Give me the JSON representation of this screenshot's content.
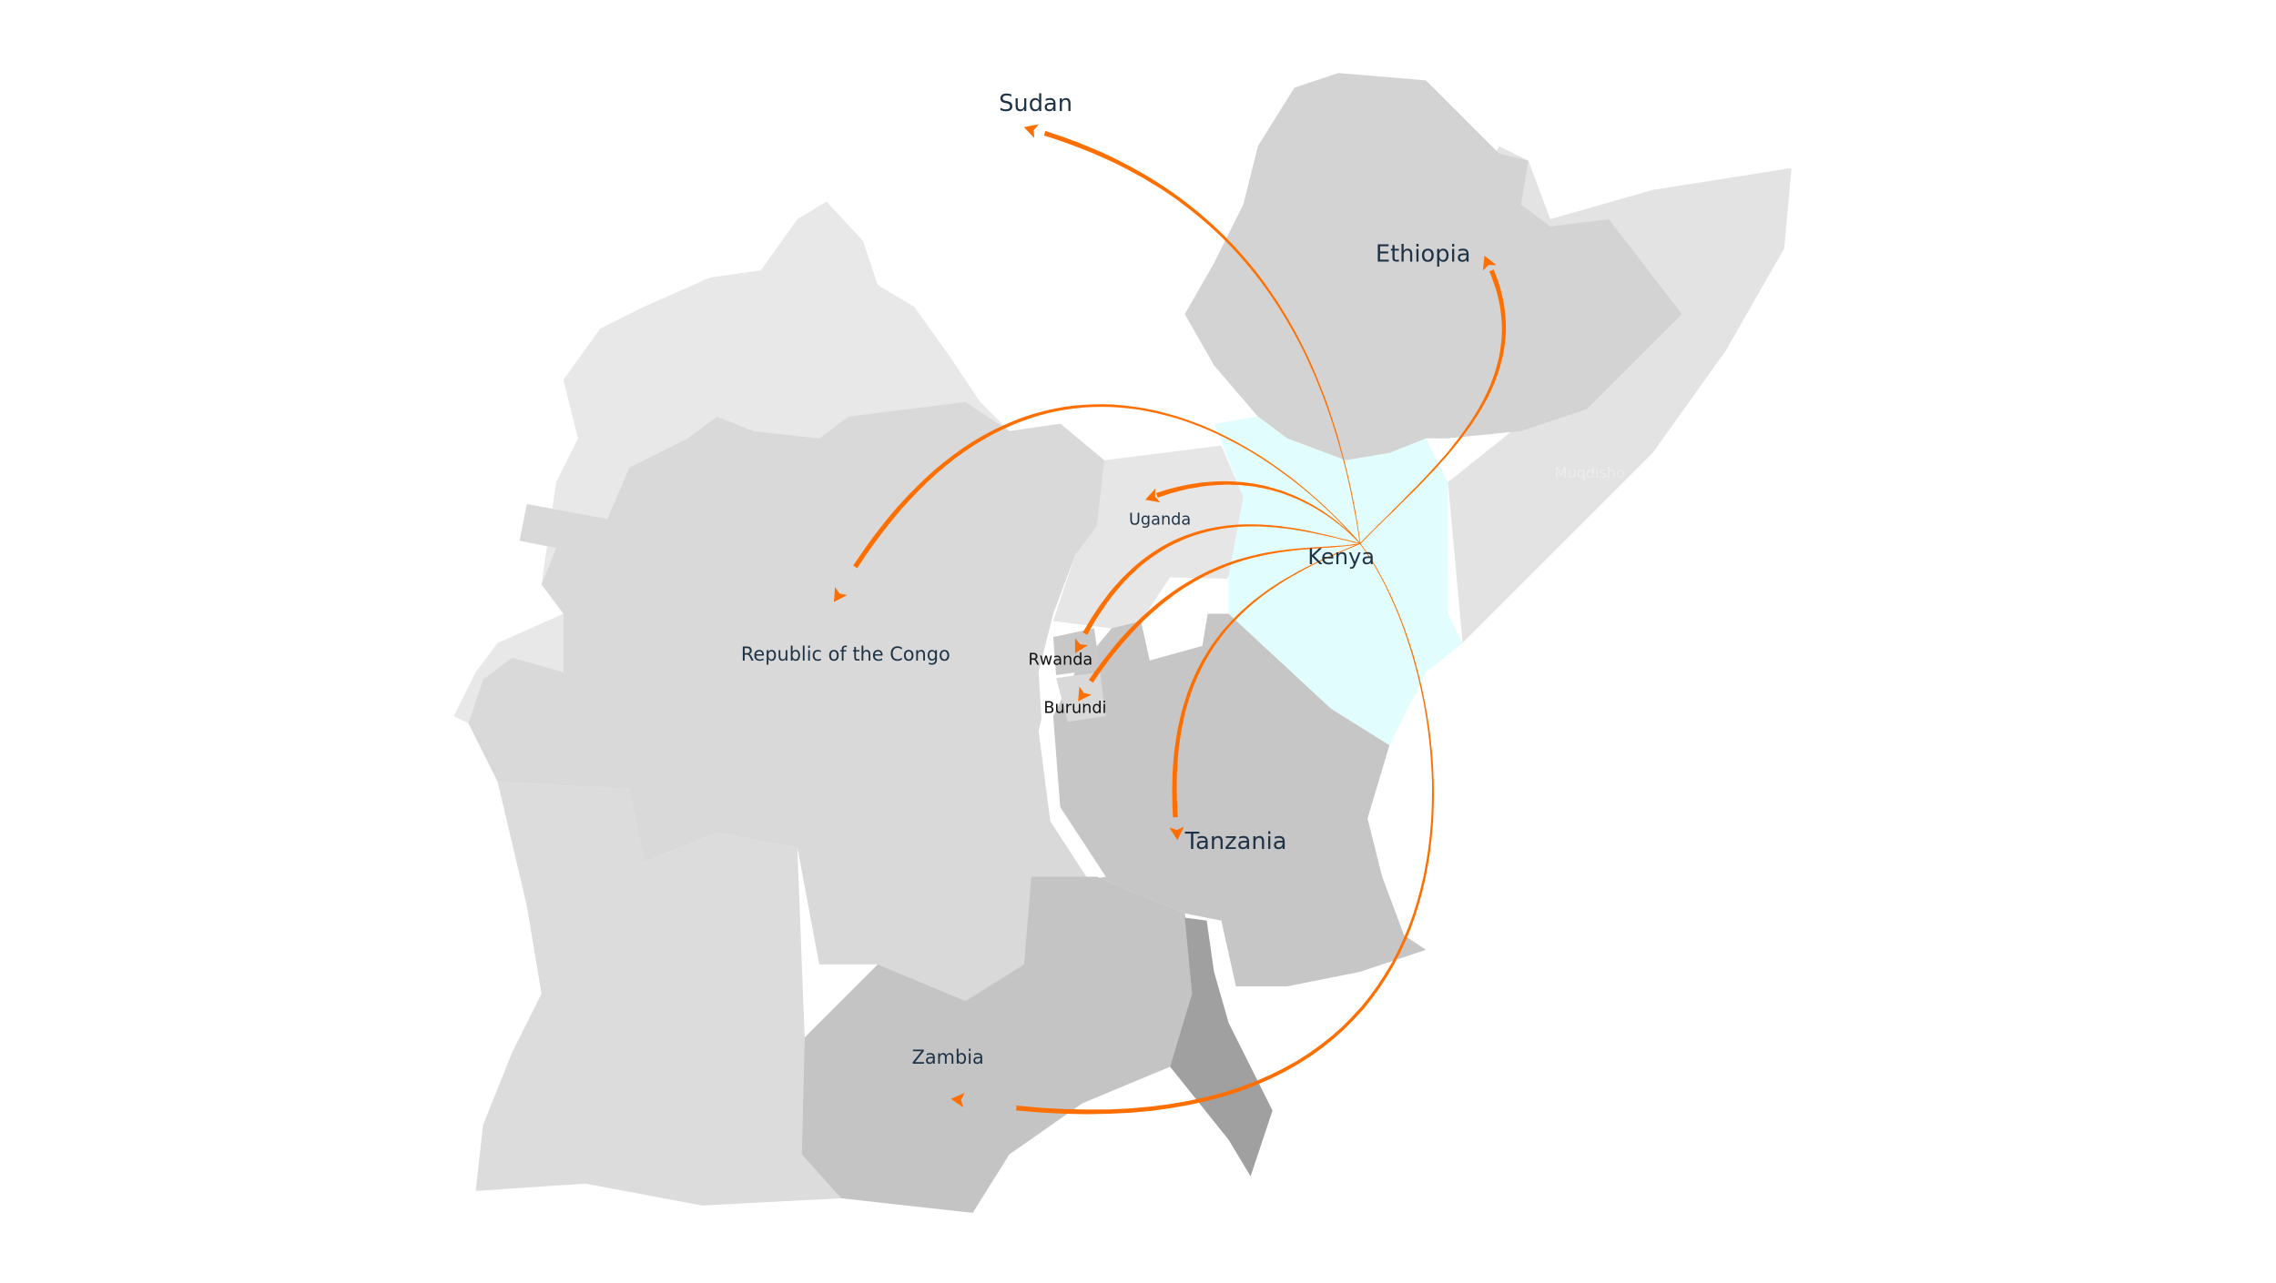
{
  "map": {
    "labels": {
      "sudan": "Sudan",
      "ethiopia": "Ethiopia",
      "uganda": "Uganda",
      "kenya": "Kenya",
      "congo": "Republic of the Congo",
      "rwanda": "Rwanda",
      "burundi": "Burundi",
      "tanzania": "Tanzania",
      "zambia": "Zambia",
      "muqdisho": "Muqdisho"
    },
    "origin": "Kenya",
    "flows": [
      "Sudan",
      "Ethiopia",
      "Uganda",
      "Republic of the Congo",
      "Rwanda",
      "Burundi",
      "Tanzania",
      "Zambia"
    ],
    "colors": {
      "arc": "#ff6f00",
      "origin_fill": "#e2fdfd",
      "label": "#1f3347"
    }
  }
}
